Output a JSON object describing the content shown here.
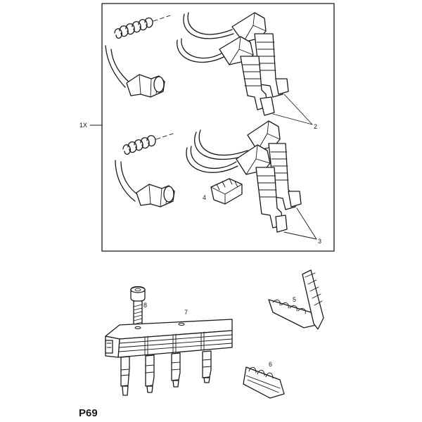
{
  "labels": {
    "set_qty": "1X",
    "part_2": "2",
    "part_3": "3",
    "part_4": "4",
    "part_5": "5",
    "part_6": "6",
    "part_7": "7",
    "part_8": "8"
  },
  "page_code": "P69"
}
